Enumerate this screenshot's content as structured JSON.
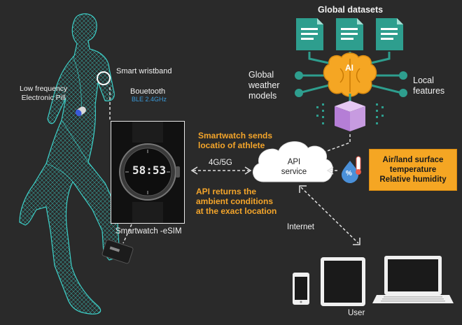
{
  "labels": {
    "global_datasets": "Global datasets",
    "global_weather_models": [
      "Global",
      "weather",
      "models"
    ],
    "local_features": [
      "Local",
      "features"
    ],
    "ai": "AI",
    "smart_wristband": "Smart wristband",
    "pill": [
      "Low frequency",
      "Electronic Pill"
    ],
    "bluetooth": "Bouetooth",
    "ble": "BLE 2.4GHz",
    "smartwatch_sends": [
      "Smartwatch sends",
      "locatio of athlete"
    ],
    "network": "4G/5G",
    "api_service": [
      "API",
      "service"
    ],
    "api_returns": [
      "API returns the",
      "ambient conditions",
      "at the exact location"
    ],
    "smartwatch_esim": "Smartwatch -eSIM",
    "internet": "Internet",
    "user": "User",
    "env_box": [
      "Air/land surface",
      "temperature",
      "Relative humidity"
    ],
    "watch_time": "58:53",
    "humidity_symbol": "%"
  },
  "colors": {
    "background": "#2a2a2a",
    "accent_orange": "#f4a52a",
    "box_orange": "#f5a623",
    "document_teal": "#2e9e8e",
    "brain_orange": "#f5a623",
    "cube_purple": "#c79be0",
    "bluetooth_blue": "#3a9ad9",
    "body_mesh": "#3fd8d0",
    "humidity_blue": "#4a90d9"
  },
  "icons": [
    "document-icon",
    "brain-ai-icon",
    "data-cube-icon",
    "thermometer-icon",
    "humidity-drop-icon",
    "cloud-icon",
    "smartwatch-icon",
    "sensor-device-icon",
    "phone-icon",
    "tablet-icon",
    "laptop-icon",
    "pill-icon",
    "wristband-icon",
    "human-body-mesh"
  ]
}
